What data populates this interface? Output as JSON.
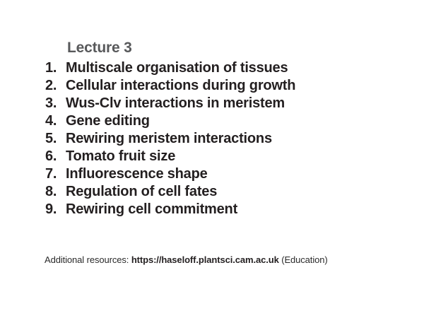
{
  "slide": {
    "title": "Lecture 3",
    "topics": [
      {
        "number": "1.",
        "label": "Multiscale organisation of tissues"
      },
      {
        "number": "2.",
        "label": "Cellular interactions during growth"
      },
      {
        "number": "3.",
        "label": "Wus-Clv interactions in meristem"
      },
      {
        "number": "4.",
        "label": "Gene editing"
      },
      {
        "number": "5.",
        "label": "Rewiring meristem interactions"
      },
      {
        "number": "6.",
        "label": "Tomato fruit size"
      },
      {
        "number": "7.",
        "label": "Influorescence shape"
      },
      {
        "number": "8.",
        "label": "Regulation of cell fates"
      },
      {
        "number": "9.",
        "label": "Rewiring cell commitment"
      }
    ],
    "footer": {
      "prefix": "Additional resources: ",
      "url": "https://haseloff.plantsci.cam.ac.uk",
      "suffix": " (Education)"
    },
    "colors": {
      "title_gray": "#58595b",
      "body_black": "#231f20",
      "background": "#ffffff"
    }
  }
}
